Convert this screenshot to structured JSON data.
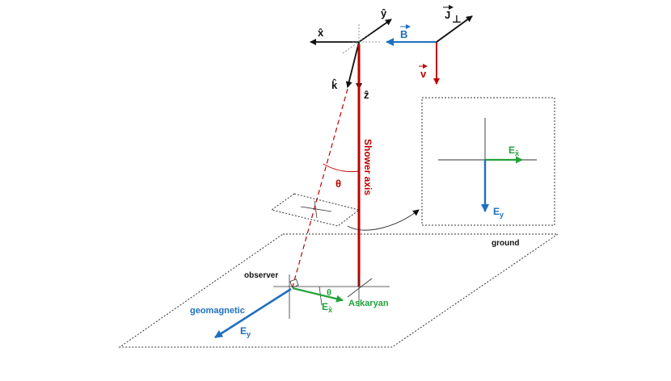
{
  "colors": {
    "black": "#111111",
    "red": "#c00000",
    "blue": "#1f6fbf",
    "green": "#22a23a",
    "gray": "#555555"
  },
  "labels": {
    "axis_x": "x̂",
    "axis_y": "ŷ",
    "axis_z": "ẑ",
    "axis_k": "k̂",
    "vec_B": "B",
    "vec_v": "v",
    "vec_J": "J",
    "perp": "⊥",
    "shower_axis": "Shower axis",
    "theta": "θ",
    "observer": "observer",
    "ground": "ground",
    "geomagnetic": "geomagnetic",
    "askaryan": "Askaryan",
    "E": "E",
    "sub_y": "y",
    "sub_x": "x̃"
  }
}
